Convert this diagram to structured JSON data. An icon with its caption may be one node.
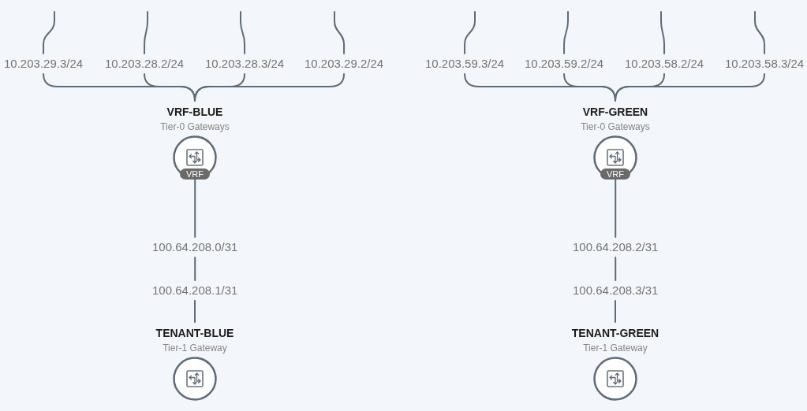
{
  "diagram": {
    "nodes": [
      {
        "text": [
          "10.203.29.3/24"
        ]
      },
      {
        "text": [
          "10.203.28.2/24"
        ]
      },
      {
        "text": [
          "10.203.28.3/24"
        ]
      },
      {
        "text": [
          "10.203.29.2/24"
        ]
      },
      {
        "text": [
          "10.203.59.3/24"
        ]
      },
      {
        "text": [
          "10.203.59.2/24"
        ]
      },
      {
        "text": [
          "10.203.58.2/24"
        ]
      },
      {
        "text": [
          "10.203.58.3/24"
        ]
      },
      {
        "text": [
          "VRF-BLUE",
          "Tier-0 Gateways",
          "VRF"
        ]
      },
      {
        "text": [
          "VRF-GREEN",
          "Tier-0 Gateways",
          "VRF"
        ]
      },
      {
        "text": [
          "100.64.208.0/31"
        ]
      },
      {
        "text": [
          "100.64.208.2/31"
        ]
      },
      {
        "text": [
          "100.64.208.1/31"
        ]
      },
      {
        "text": [
          "100.64.208.3/31"
        ]
      },
      {
        "text": [
          "TENANT-BLUE",
          "Tier-1 Gateway"
        ]
      },
      {
        "text": [
          "TENANT-GREEN",
          "Tier-1 Gateway"
        ]
      }
    ],
    "edges": [
      {
        "from": null,
        "to": 0,
        "arrow": "none"
      },
      {
        "from": null,
        "to": 1,
        "arrow": "none"
      },
      {
        "from": null,
        "to": 2,
        "arrow": "none"
      },
      {
        "from": null,
        "to": 3,
        "arrow": "none"
      },
      {
        "from": null,
        "to": 4,
        "arrow": "none"
      },
      {
        "from": null,
        "to": 5,
        "arrow": "none"
      },
      {
        "from": null,
        "to": 6,
        "arrow": "none"
      },
      {
        "from": null,
        "to": 7,
        "arrow": "none"
      },
      {
        "from": 0,
        "to": 8,
        "arrow": "none"
      },
      {
        "from": 1,
        "to": 8,
        "arrow": "none"
      },
      {
        "from": 2,
        "to": 8,
        "arrow": "none"
      },
      {
        "from": 3,
        "to": 8,
        "arrow": "none"
      },
      {
        "from": 4,
        "to": 9,
        "arrow": "none"
      },
      {
        "from": 5,
        "to": 9,
        "arrow": "none"
      },
      {
        "from": 6,
        "to": 9,
        "arrow": "none"
      },
      {
        "from": 7,
        "to": 9,
        "arrow": "none"
      },
      {
        "from": 8,
        "to": 10,
        "arrow": "none"
      },
      {
        "from": 10,
        "to": 12,
        "arrow": "none"
      },
      {
        "from": 12,
        "to": 14,
        "arrow": "none"
      },
      {
        "from": 9,
        "to": 11,
        "arrow": "none"
      },
      {
        "from": 11,
        "to": 13,
        "arrow": "none"
      },
      {
        "from": 13,
        "to": 15,
        "arrow": "none"
      }
    ]
  }
}
